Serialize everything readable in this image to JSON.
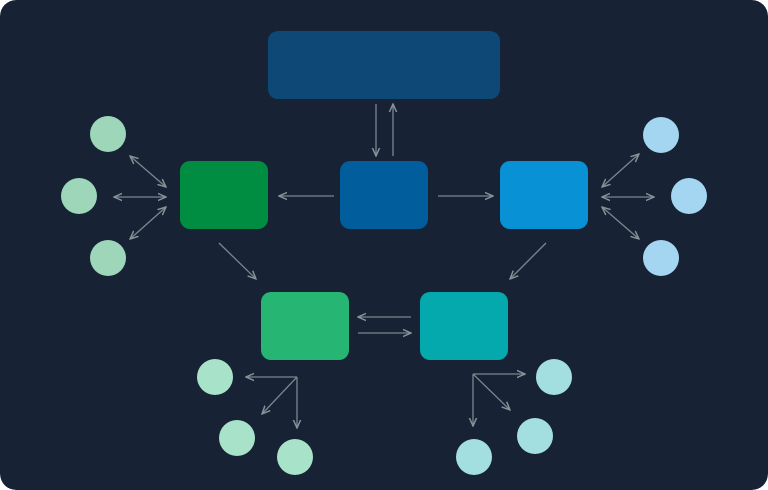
{
  "diagram": {
    "background": "#172334",
    "edge_color": "#7d858f",
    "nodes": [
      {
        "id": "top",
        "shape": "rect",
        "color": "#0e4877",
        "label": ""
      },
      {
        "id": "center",
        "shape": "rect",
        "color": "#015d9c",
        "label": ""
      },
      {
        "id": "left",
        "shape": "rect",
        "color": "#008d42",
        "label": ""
      },
      {
        "id": "right",
        "shape": "rect",
        "color": "#0991d6",
        "label": ""
      },
      {
        "id": "bottom-left",
        "shape": "rect",
        "color": "#26b573",
        "label": ""
      },
      {
        "id": "bottom-right",
        "shape": "rect",
        "color": "#04a9ae",
        "label": ""
      },
      {
        "id": "left-leaf-1",
        "shape": "circle",
        "color": "#9dd6b9",
        "label": ""
      },
      {
        "id": "left-leaf-2",
        "shape": "circle",
        "color": "#9dd6b9",
        "label": ""
      },
      {
        "id": "left-leaf-3",
        "shape": "circle",
        "color": "#9dd6b9",
        "label": ""
      },
      {
        "id": "right-leaf-1",
        "shape": "circle",
        "color": "#a4d5f1",
        "label": ""
      },
      {
        "id": "right-leaf-2",
        "shape": "circle",
        "color": "#a4d5f1",
        "label": ""
      },
      {
        "id": "right-leaf-3",
        "shape": "circle",
        "color": "#a4d5f1",
        "label": ""
      },
      {
        "id": "bottom-left-leaf-1",
        "shape": "circle",
        "color": "#a8e2c8",
        "label": ""
      },
      {
        "id": "bottom-left-leaf-2",
        "shape": "circle",
        "color": "#a8e2c8",
        "label": ""
      },
      {
        "id": "bottom-left-leaf-3",
        "shape": "circle",
        "color": "#a8e2c8",
        "label": ""
      },
      {
        "id": "bottom-right-leaf-1",
        "shape": "circle",
        "color": "#a3dfe0",
        "label": ""
      },
      {
        "id": "bottom-right-leaf-2",
        "shape": "circle",
        "color": "#a3dfe0",
        "label": ""
      },
      {
        "id": "bottom-right-leaf-3",
        "shape": "circle",
        "color": "#a3dfe0",
        "label": ""
      }
    ],
    "edges": [
      {
        "from": "top",
        "to": "center",
        "direction": "one-way"
      },
      {
        "from": "center",
        "to": "top",
        "direction": "one-way"
      },
      {
        "from": "center",
        "to": "left",
        "direction": "one-way"
      },
      {
        "from": "center",
        "to": "right",
        "direction": "one-way"
      },
      {
        "from": "left",
        "to": "bottom-left",
        "direction": "one-way"
      },
      {
        "from": "right",
        "to": "bottom-right",
        "direction": "one-way"
      },
      {
        "from": "bottom-right",
        "to": "bottom-left",
        "direction": "one-way"
      },
      {
        "from": "bottom-left",
        "to": "bottom-right",
        "direction": "one-way"
      },
      {
        "from": "left",
        "to": "left-leaf-1",
        "direction": "two-way"
      },
      {
        "from": "left",
        "to": "left-leaf-2",
        "direction": "two-way"
      },
      {
        "from": "left",
        "to": "left-leaf-3",
        "direction": "two-way"
      },
      {
        "from": "right",
        "to": "right-leaf-1",
        "direction": "two-way"
      },
      {
        "from": "right",
        "to": "right-leaf-2",
        "direction": "two-way"
      },
      {
        "from": "right",
        "to": "right-leaf-3",
        "direction": "two-way"
      },
      {
        "from": "bottom-left",
        "to": "bottom-left-leaf-1",
        "direction": "one-way"
      },
      {
        "from": "bottom-left",
        "to": "bottom-left-leaf-2",
        "direction": "one-way"
      },
      {
        "from": "bottom-left",
        "to": "bottom-left-leaf-3",
        "direction": "one-way"
      },
      {
        "from": "bottom-right",
        "to": "bottom-right-leaf-1",
        "direction": "one-way"
      },
      {
        "from": "bottom-right",
        "to": "bottom-right-leaf-2",
        "direction": "one-way"
      },
      {
        "from": "bottom-right",
        "to": "bottom-right-leaf-3",
        "direction": "one-way"
      }
    ]
  }
}
